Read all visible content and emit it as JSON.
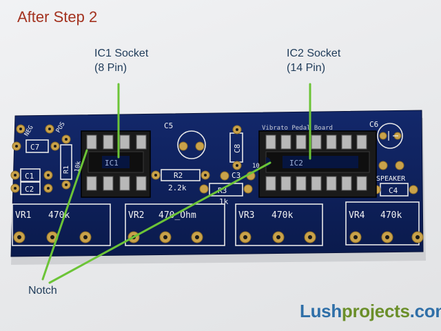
{
  "title": "After Step 2",
  "labels": {
    "ic1_line1": "IC1 Socket",
    "ic1_line2": "(8 Pin)",
    "ic2_line1": "IC2 Socket",
    "ic2_line2": "(14 Pin)",
    "notch": "Notch"
  },
  "brand": {
    "part1": "Lush",
    "part2": "projects",
    "part3": ".com"
  },
  "silkscreen": {
    "neg": "NEG",
    "pos": "POS",
    "c7": "C7",
    "c1": "C1",
    "c2": "C2",
    "r1": "R1",
    "r1_val": "10k",
    "ic1": "IC1",
    "ic2": "IC2",
    "c5": "C5",
    "c8": "C8",
    "c3": "C3",
    "c6": "C6",
    "c4": "C4",
    "r2": "R2",
    "r2_val": "2.2k",
    "r3": "R3",
    "r3_val": "1k",
    "pin10": "10",
    "speaker": "SPEAKER",
    "vr1": "VR1",
    "vr1_val": "470k",
    "vr2": "VR2",
    "vr2_val": "470_Ohm",
    "vr3": "VR3",
    "vr3_val": "470k",
    "vr4": "VR4",
    "vr4_val": "470k",
    "vibrato": "Vibrato Pedal Board"
  },
  "colors": {
    "pcb": "#0d1f5a",
    "socket": "#1b1b1b",
    "gold": "#c9a24a",
    "pointer": "#6cc437",
    "title": "#a3321f"
  }
}
